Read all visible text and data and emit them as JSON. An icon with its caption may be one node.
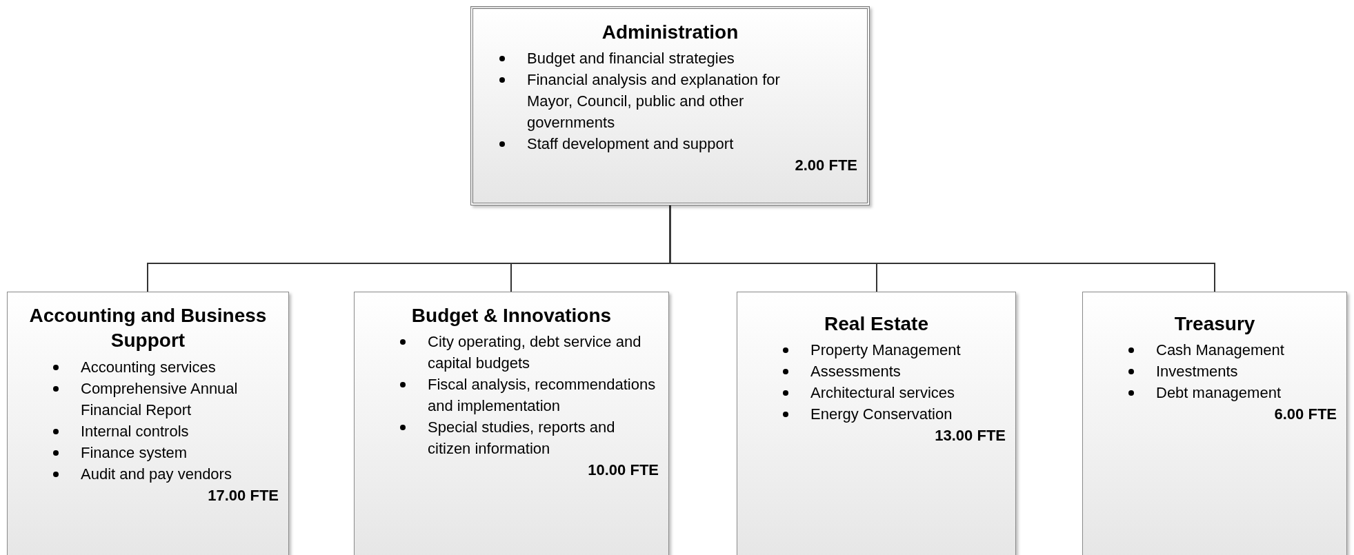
{
  "diagram": {
    "nodes": [
      {
        "text": [
          "Administration",
          "Budget and financial strategies",
          "Financial analysis and explanation for Mayor, Council, public and other governments",
          "Staff development and support",
          "2.00 FTE"
        ]
      },
      {
        "text": [
          "Accounting and Business Support",
          "Accounting services",
          "Comprehensive Annual Financial Report",
          "Internal controls",
          "Finance system",
          "Audit and pay vendors",
          "17.00 FTE"
        ]
      },
      {
        "text": [
          "Budget & Innovations",
          "City operating, debt service and capital budgets",
          "Fiscal analysis, recommendations and implementation",
          "Special studies, reports and citizen information",
          "10.00 FTE"
        ]
      },
      {
        "text": [
          "Real Estate",
          "Property Management",
          "Assessments",
          "Architectural services",
          "Energy Conservation",
          "13.00 FTE"
        ]
      },
      {
        "text": [
          "Treasury",
          "Cash Management",
          "Investments",
          "Debt management",
          "6.00 FTE"
        ]
      }
    ],
    "edges": [
      {
        "from": 0,
        "to": 1,
        "arrow": "none"
      },
      {
        "from": 0,
        "to": 2,
        "arrow": "none"
      },
      {
        "from": 0,
        "to": 3,
        "arrow": "none"
      },
      {
        "from": 0,
        "to": 4,
        "arrow": "none"
      }
    ]
  }
}
